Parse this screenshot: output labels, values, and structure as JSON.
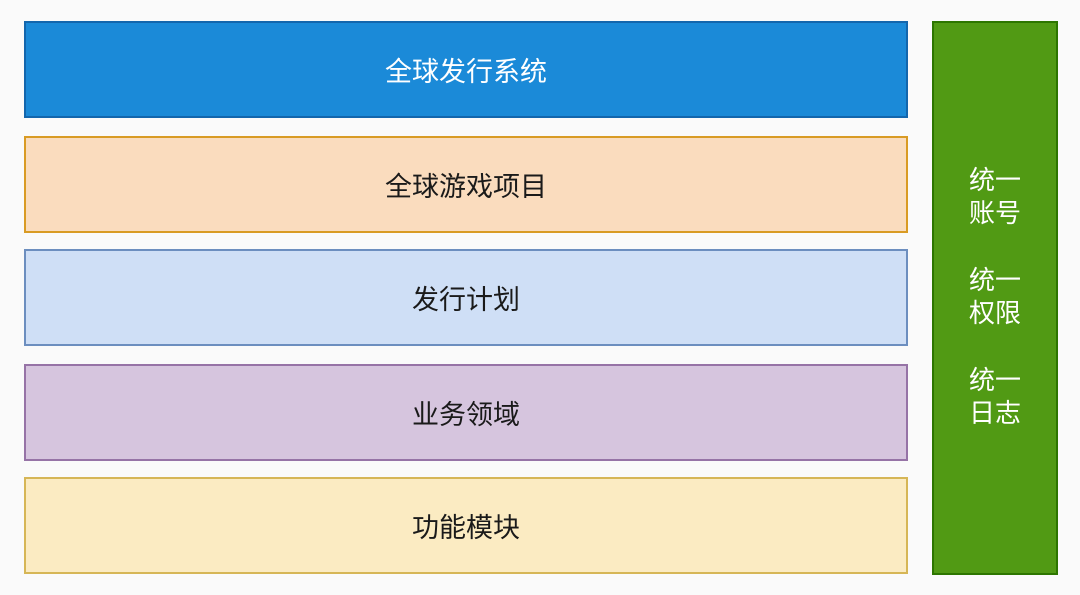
{
  "layers": [
    {
      "label": "全球发行系统",
      "bg": "#1b8ad8",
      "border": "#1366ad",
      "text_color": "#ffffff"
    },
    {
      "label": "全球游戏项目",
      "bg": "#fadcbe",
      "border": "#d99b24",
      "text_color": "#1a1a1a"
    },
    {
      "label": "发行计划",
      "bg": "#cfdff6",
      "border": "#6c8ebf",
      "text_color": "#1a1a1a"
    },
    {
      "label": "业务领域",
      "bg": "#d6c5de",
      "border": "#9673a6",
      "text_color": "#1a1a1a"
    },
    {
      "label": "功能模块",
      "bg": "#fbebc2",
      "border": "#d6b656",
      "text_color": "#1a1a1a"
    }
  ],
  "side_panel": {
    "bg": "#519a14",
    "border": "#2d7600",
    "items": [
      {
        "line1": "统一",
        "line2": "账号"
      },
      {
        "line1": "统一",
        "line2": "权限"
      },
      {
        "line1": "统一",
        "line2": "日志"
      }
    ]
  }
}
